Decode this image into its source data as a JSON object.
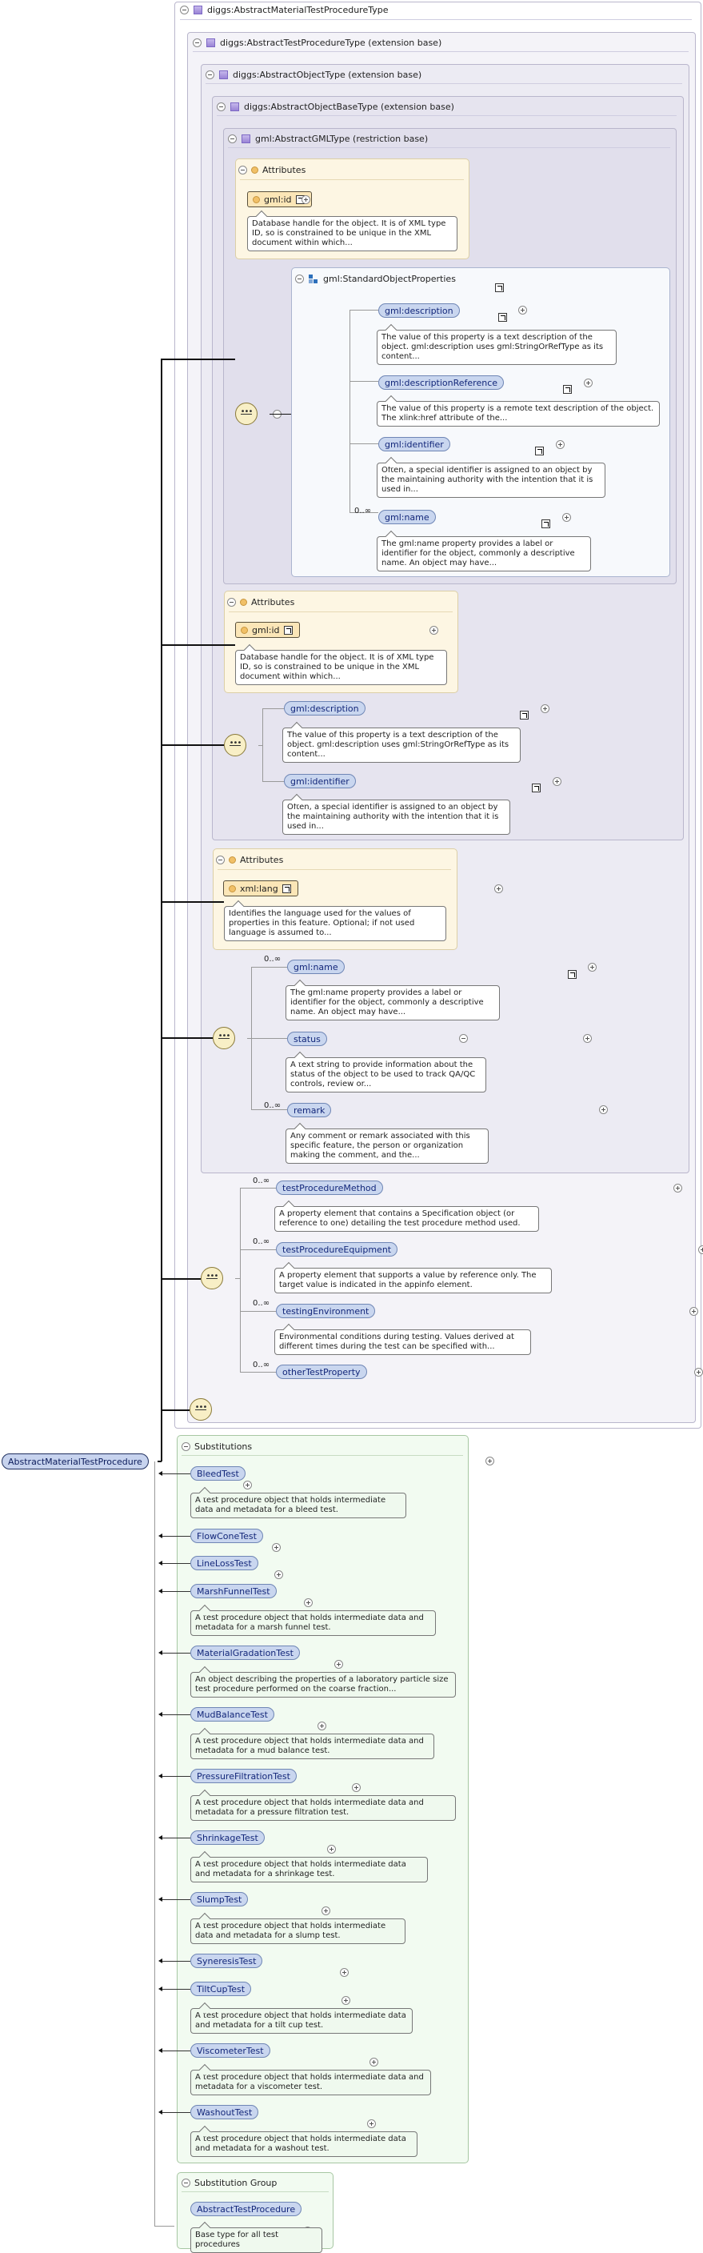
{
  "root": {
    "name": "AbstractMaterialTestProcedure"
  },
  "types": {
    "t0": "diggs:AbstractMaterialTestProcedureType",
    "t1": "diggs:AbstractTestProcedureType (extension base)",
    "t2": "diggs:AbstractObjectType (extension base)",
    "t3": "diggs:AbstractObjectBaseType (extension base)",
    "t4": "gml:AbstractGMLType (restriction base)"
  },
  "labels": {
    "attributes": "Attributes",
    "substitutions": "Substitutions",
    "substitution_group": "Substitution Group",
    "std_props_group": "gml:StandardObjectProperties",
    "card_many": "0..∞"
  },
  "gml_type": {
    "attr_name": "gml:id",
    "attr_doc": "Database handle for the object. It is of XML type ID, so is constrained to be unique in the XML document within which...",
    "elements": [
      {
        "name": "gml:description",
        "doc": "The value of this property is a text description of the object. gml:description uses gml:StringOrRefType as its content..."
      },
      {
        "name": "gml:descriptionReference",
        "doc": "The value of this property is a remote text description of the object. The xlink:href attribute of the..."
      },
      {
        "name": "gml:identifier",
        "doc": "Often, a special identifier is assigned to an object by the maintaining authority with the intention that it is used in..."
      },
      {
        "name": "gml:name",
        "doc": "The gml:name property provides a label or identifier for the object, commonly a descriptive name. An object may have..."
      }
    ]
  },
  "object_base": {
    "attr_name": "gml:id",
    "attr_doc": "Database handle for the object. It is of XML type ID, so is constrained to be unique in the XML document within which...",
    "elements": [
      {
        "name": "gml:description",
        "doc": "The value of this property is a text description of the object. gml:description uses gml:StringOrRefType as its content..."
      },
      {
        "name": "gml:identifier",
        "doc": "Often, a special identifier is assigned to an object by the maintaining authority with the intention that it is used in..."
      }
    ]
  },
  "object_type": {
    "attr_name": "xml:lang",
    "attr_doc": "Identifies the language used for the values of properties in this feature. Optional; if not used language is assumed to...",
    "elements": [
      {
        "name": "gml:name",
        "doc": "The gml:name property provides a label or identifier for the object, commonly a descriptive name. An object may have..."
      },
      {
        "name": "status",
        "doc": "A text string to provide information about the status of the object to be used to track QA/QC controls, review or..."
      },
      {
        "name": "remark",
        "doc": "Any comment or remark associated with this specific feature, the person or organization making the comment, and the..."
      }
    ]
  },
  "test_procedure": {
    "elements": [
      {
        "name": "testProcedureMethod",
        "doc": "A property element that contains a Specification object (or reference to one) detailing the test procedure method used."
      },
      {
        "name": "testProcedureEquipment",
        "doc": "A property element that supports a value by reference only. The target value is indicated in the appinfo element."
      },
      {
        "name": "testingEnvironment",
        "doc": "Environmental conditions during testing. Values derived at different times during the test can be specified with..."
      },
      {
        "name": "otherTestProperty",
        "doc": ""
      }
    ]
  },
  "substitutions": [
    {
      "name": "BleedTest",
      "doc": "A test procedure object that holds intermediate data and metadata for a bleed test."
    },
    {
      "name": "FlowConeTest",
      "doc": ""
    },
    {
      "name": "LineLossTest",
      "doc": ""
    },
    {
      "name": "MarshFunnelTest",
      "doc": "A test procedure object that holds intermediate data and metadata for a marsh funnel test."
    },
    {
      "name": "MaterialGradationTest",
      "doc": "An object describing the properties of a laboratory particle size test procedure performed on the coarse fraction..."
    },
    {
      "name": "MudBalanceTest",
      "doc": "A test procedure object that holds intermediate data and metadata for a mud balance test."
    },
    {
      "name": "PressureFiltrationTest",
      "doc": "A test procedure object that holds intermediate data and metadata for a pressure filtration test."
    },
    {
      "name": "ShrinkageTest",
      "doc": "A test procedure object that holds intermediate data and metadata for a shrinkage test."
    },
    {
      "name": "SlumpTest",
      "doc": "A test procedure object that holds intermediate data and metadata for a slump test."
    },
    {
      "name": "SyneresisTest",
      "doc": ""
    },
    {
      "name": "TiltCupTest",
      "doc": "A test procedure object that holds intermediate data and metadata for a tilt cup test."
    },
    {
      "name": "ViscometerTest",
      "doc": "A test procedure object that holds intermediate data and metadata for a viscometer test."
    },
    {
      "name": "WashoutTest",
      "doc": "A test procedure object that holds intermediate data and metadata for a washout test."
    }
  ],
  "substitution_group": {
    "name": "AbstractTestProcedure",
    "doc": "Base type for all test procedures"
  }
}
